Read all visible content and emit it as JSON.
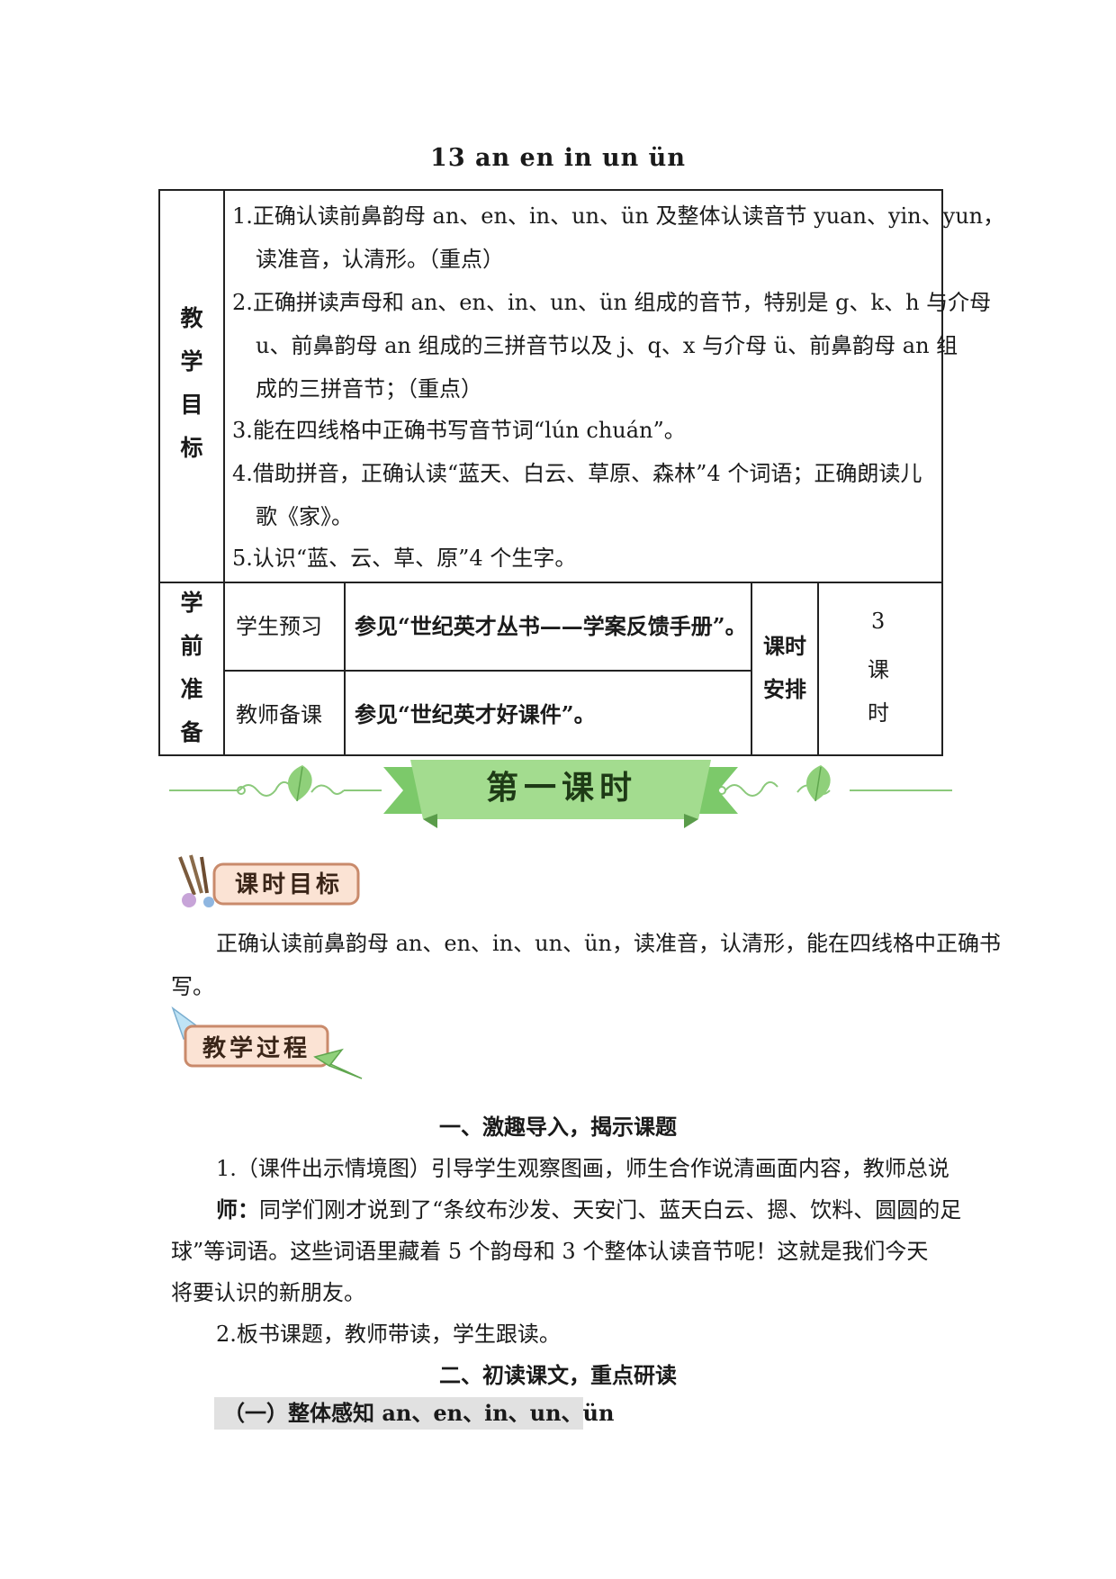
{
  "title": "13 an en in un ün",
  "table": {
    "objectives_label": [
      "教",
      "学",
      "目",
      "标"
    ],
    "objectives": [
      "1.正确认读前鼻韵母 an、en、in、un、ün 及整体认读音节 yuan、yin、yun，",
      "读准音，认清形。（重点）",
      "2.正确拼读声母和 an、en、in、un、ün 组成的音节，特别是 g、k、h 与介母",
      "u、前鼻韵母 an 组成的三拼音节以及 j、q、x 与介母 ü、前鼻韵母 an 组",
      "成的三拼音节；（重点）",
      "3.能在四线格中正确书写音节词“lún chuán”。",
      "4.借助拼音，正确认读“蓝天、白云、草原、森林”4 个词语；正确朗读儿",
      "歌《家》。",
      "5.认识“蓝、云、草、原”4 个生字。"
    ],
    "prep_label": [
      "学",
      "前",
      "准",
      "备"
    ],
    "student_preview_label": "学生预习",
    "student_preview_value": "参见“世纪英才丛书——学案反馈手册”。",
    "teacher_prep_label": "教师备课",
    "teacher_prep_value": "参见“世纪英才好课件”。",
    "schedule_label": [
      "课时",
      "安排"
    ],
    "schedule_value": [
      "3",
      "课",
      "时"
    ]
  },
  "banner_text": "第一课时",
  "lesson_goal_badge": "课时目标",
  "lesson_goal_text": [
    "正确认读前鼻韵母 an、en、in、un、ün，读准音，认清形，能在四线格中正确书",
    "写。"
  ],
  "process_badge": "教学过程",
  "section1_heading": "一、激趣导入，揭示课题",
  "section1_p1": "1.（课件出示情境图）引导学生观察图画，师生合作说清画面内容，教师总说",
  "teacher_label": "师：",
  "teacher_lines": [
    "同学们刚才说到了“条纹布沙发、天安门、蓝天白云、摁、饮料、圆圆的足",
    "球”等词语。这些词语里藏着 5 个韵母和 3 个整体认读音节呢！这就是我们今天",
    "将要认识的新朋友。"
  ],
  "section1_p2": "2.板书课题，教师带读，学生跟读。",
  "section2_heading": "二、初读课文，重点研读",
  "subsection1": "（一）整体感知 an、en、in、un、ün",
  "colors": {
    "banner_green": "#9ed98a",
    "banner_dark": "#6fbf5c",
    "badge_fill": "#fbe3d4",
    "badge_border": "#c98a6b",
    "leaf": "#8fd07a"
  }
}
